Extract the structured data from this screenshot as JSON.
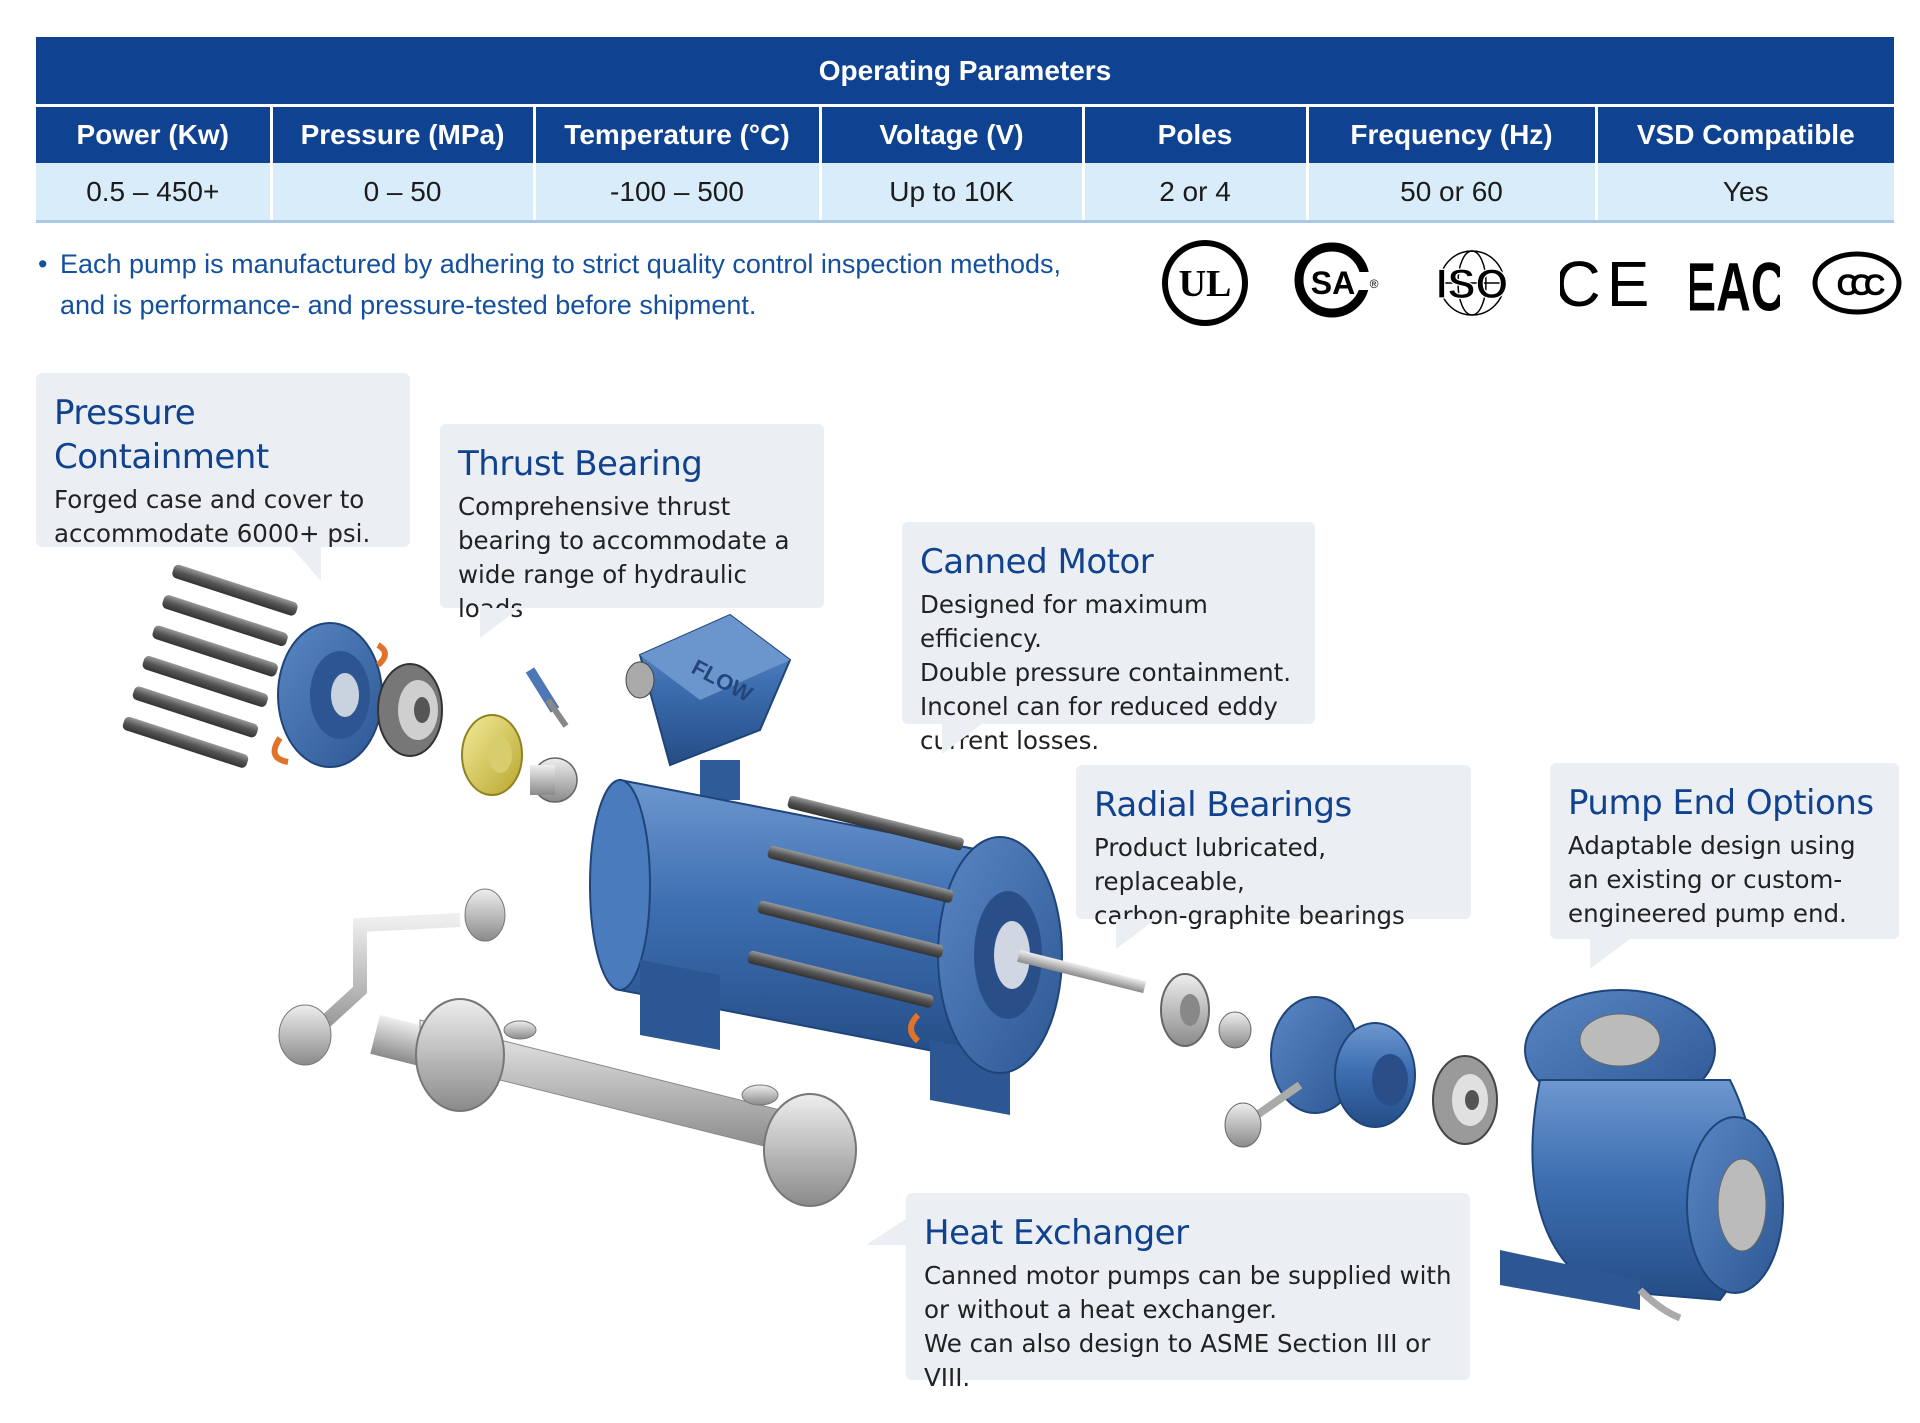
{
  "table": {
    "title": "Operating Parameters",
    "headers": [
      "Power (Kw)",
      "Pressure (MPa)",
      "Temperature (°C)",
      "Voltage (V)",
      "Poles",
      "Frequency (Hz)",
      "VSD Compatible"
    ],
    "values": [
      "0.5 – 450+",
      "0 – 50",
      "-100 – 500",
      "Up to 10K",
      "2 or 4",
      "50 or 60",
      "Yes"
    ]
  },
  "note": {
    "bullet": "•",
    "line1": "Each pump is manufactured by adhering to strict quality control inspection methods,",
    "line2": "and is performance- and pressure-tested before shipment."
  },
  "certifications": [
    {
      "icon": "ul-mark-icon",
      "text": "UL"
    },
    {
      "icon": "csa-mark-icon",
      "text": "SA"
    },
    {
      "icon": "iso-mark-icon",
      "text": "ISO"
    },
    {
      "icon": "ce-mark-icon",
      "text": "CE"
    },
    {
      "icon": "eac-mark-icon",
      "text": "EAC"
    },
    {
      "icon": "ccc-mark-icon",
      "text": "CCC"
    }
  ],
  "callouts": {
    "pressure": {
      "title": "Pressure Containment",
      "lines": [
        "Forged case and cover to",
        "accommodate 6000+ psi."
      ]
    },
    "thrust": {
      "title": "Thrust Bearing",
      "lines": [
        "Comprehensive thrust",
        "bearing to accommodate a",
        "wide range of hydraulic loads"
      ]
    },
    "motor": {
      "title": "Canned Motor",
      "lines": [
        "Designed for maximum efficiency.",
        "Double pressure containment.",
        "Inconel can for reduced eddy",
        "current losses."
      ]
    },
    "radial": {
      "title": "Radial Bearings",
      "lines": [
        "Product lubricated, replaceable,",
        "carbon-graphite bearings"
      ]
    },
    "pumpend": {
      "title": "Pump End Options",
      "lines": [
        "Adaptable design using",
        "an existing or custom-",
        "engineered pump end."
      ]
    },
    "heat": {
      "title": "Heat Exchanger",
      "lines": [
        "Canned motor pumps can be supplied with",
        "or without a heat exchanger.",
        "We can also design to ASME Section III or VIII."
      ]
    }
  },
  "motor_label": "FLOW",
  "colors": {
    "table_header": "#0f4392",
    "table_row": "#d9ecf9",
    "callout_bg": "#ebeff4",
    "title_blue": "#10428e",
    "pump_blue": "#3d6fb0"
  }
}
